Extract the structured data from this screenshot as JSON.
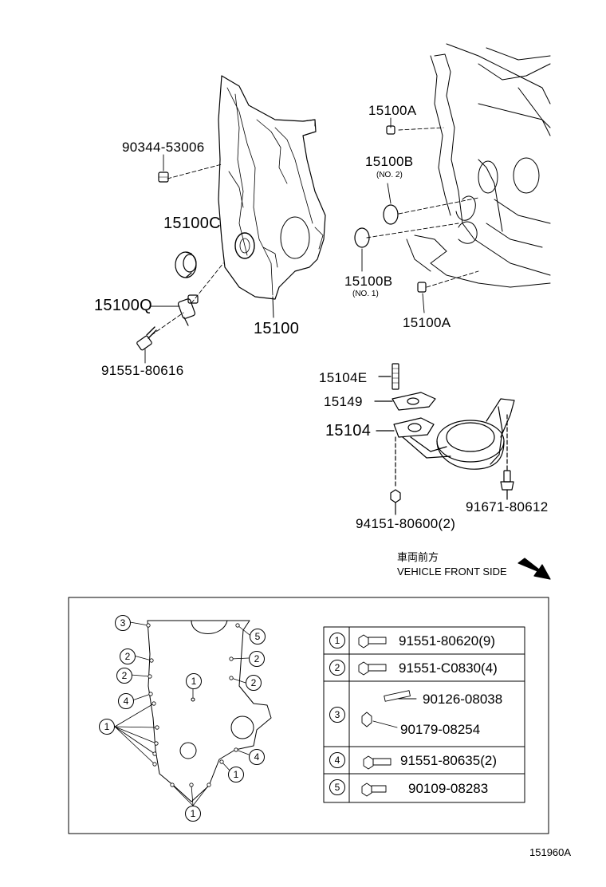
{
  "labels": {
    "bolt_90344": "90344-53006",
    "cover_15100": "15100",
    "seal_15100C": "15100C",
    "sensor_15100Q": "15100Q",
    "bolt_91551_80616": "91551-80616",
    "pin_15100A_top": "15100A",
    "oring_15100B_no2": "15100B",
    "oring_15100B_no2_sub": "(NO. 2)",
    "oring_15100B_no1": "15100B",
    "oring_15100B_no1_sub": "(NO. 1)",
    "pin_15100A_bottom": "15100A",
    "stud_15104E": "15104E",
    "gasket_15149": "15149",
    "strainer_15104": "15104",
    "nut_94151": "94151-80600(2)",
    "bolt_91671": "91671-80612"
  },
  "front": {
    "jp": "車両前方",
    "en": "VEHICLE FRONT SIDE"
  },
  "bolt_layout": {
    "callouts": [
      "3",
      "2",
      "2",
      "4",
      "1",
      "1",
      "1",
      "5",
      "2",
      "2",
      "4",
      "1"
    ]
  },
  "bolt_table": {
    "rows": [
      {
        "index": "1",
        "parts": [
          "91551-80620(9)"
        ]
      },
      {
        "index": "2",
        "parts": [
          "91551-C0830(4)"
        ]
      },
      {
        "index": "3",
        "parts": [
          "90126-08038",
          "90179-08254"
        ]
      },
      {
        "index": "4",
        "parts": [
          "91551-80635(2)"
        ]
      },
      {
        "index": "5",
        "parts": [
          "90109-08283"
        ]
      }
    ]
  },
  "figure_id": "151960A"
}
